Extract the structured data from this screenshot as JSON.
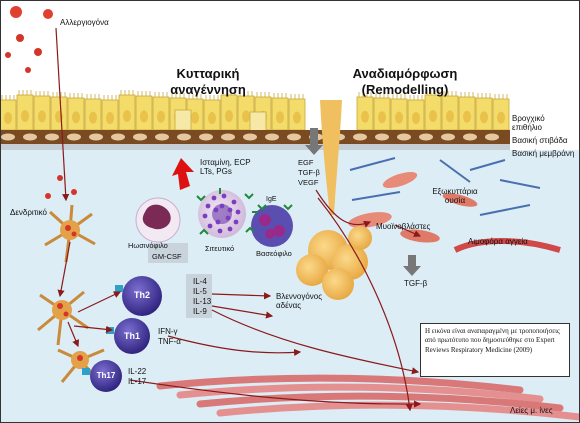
{
  "labels": {
    "allergens": "Αλλεργιογόνα",
    "cellular_regeneration": "Κυτταρική αναγέννηση",
    "remodelling_greek": "Αναδιαμόρφωση",
    "remodelling_english": "(Remodelling)",
    "bronchial_epithelium": "Βρογχικό επιθήλιο",
    "basal_layer": "Βασική στιβάδα",
    "basement_membrane": "Βασική μεμβράνη",
    "mediators": "Ισταμίνη, ECP LTs, PGs",
    "ige": "IgE",
    "neutrophil": "Ηωσινόφιλο",
    "gm_csf": "GM-CSF",
    "mast_cell": "Σιτευτικό",
    "basophil": "Βασεόφιλο",
    "growth_factors": [
      "EGF",
      "TGF-β",
      "VEGF"
    ],
    "extracellular_matrix": "Εξωκυττάρια ουσία",
    "myofibroblasts": "Μυοϊνοβλάστες",
    "blood_vessels": "Αιμοφόρα αγγεία",
    "tgf_beta": "TGF-β",
    "dendritic": "Δενδριτικό",
    "mucous_glands": "Βλεννογόνος αδένας",
    "th2_cytokines": [
      "IL-4",
      "IL-5",
      "IL-13",
      "IL-9"
    ],
    "th1_cytokines": [
      "IFN-γ",
      "TNF-α"
    ],
    "th17_cytokines": [
      "IL-22",
      "IL-17"
    ],
    "smooth_muscle": "Λείες μ. ίνες"
  },
  "cells": {
    "th2": "Th2",
    "th1": "Th1",
    "th17": "Th17"
  },
  "note": "Η εικόνα είναι αναπαραγμένη με τροποποιήσεις από πρωτότυπο που δημοσιεύθηκε στο Expert Reviews Respiratory Medicine (2009)",
  "colors": {
    "epithelium": "#f3dc6a",
    "basal_layer": "#7a4a22",
    "tissue": "#d9ecf5",
    "gland": "#f0b94a",
    "arrow": "#8b1a1a",
    "t_cell": "#3a2f8a",
    "red_arrow": "#dd1111"
  }
}
